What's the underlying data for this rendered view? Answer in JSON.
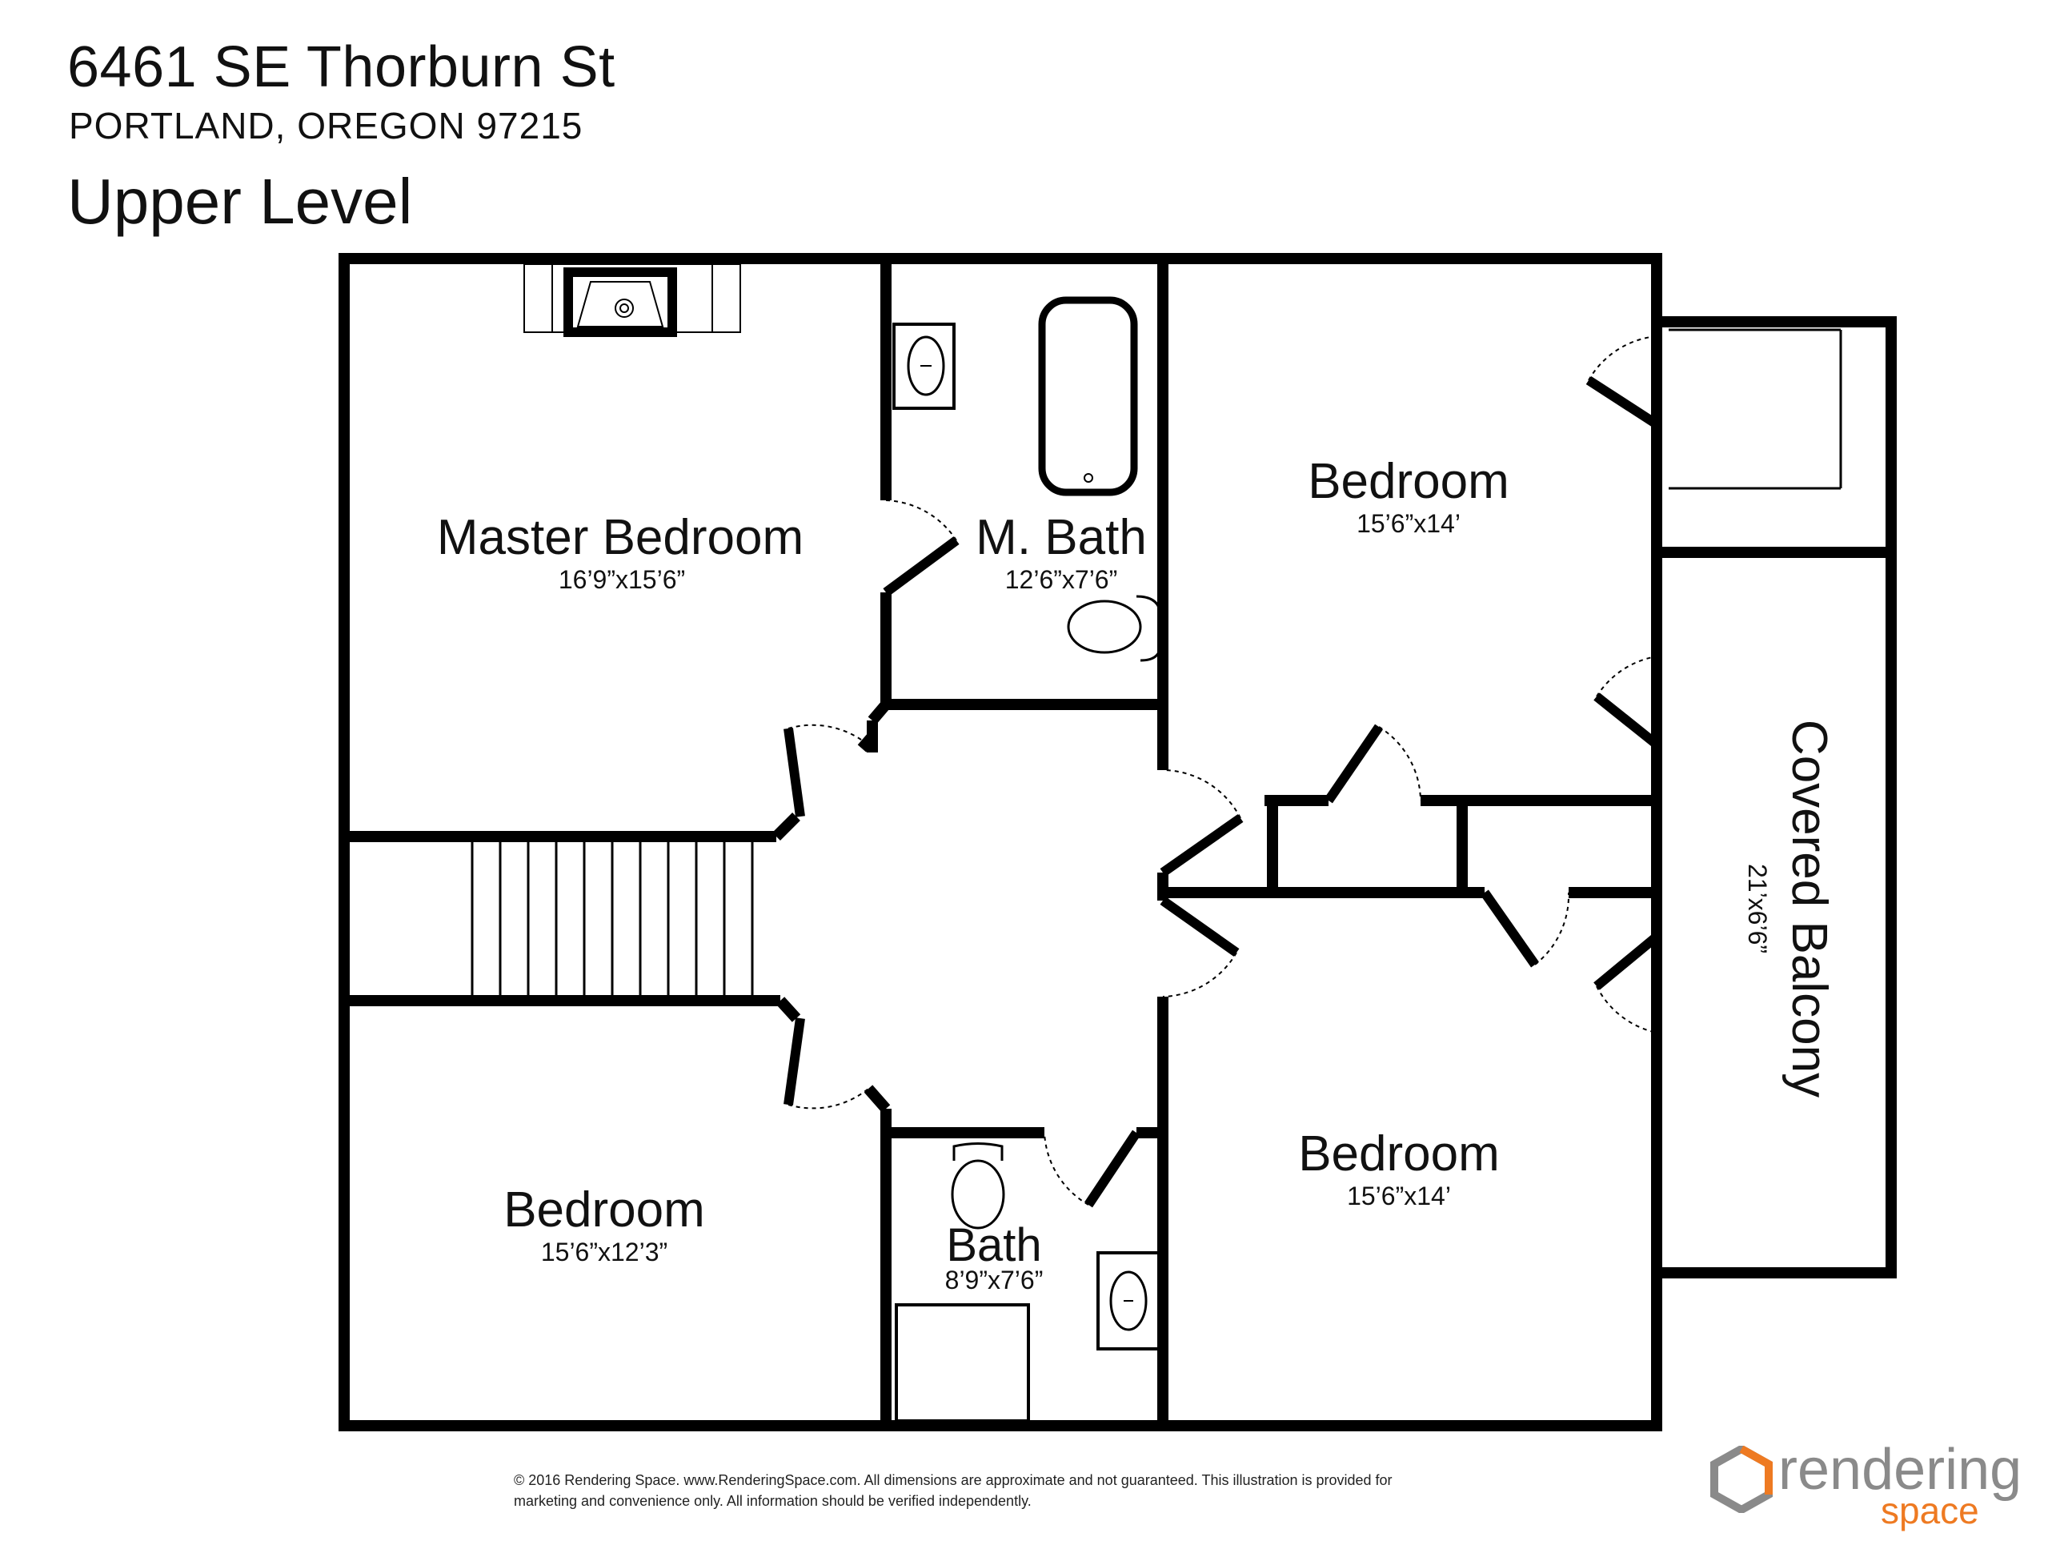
{
  "header": {
    "address": "6461 SE Thorburn St",
    "city_line": "PORTLAND, OREGON 97215",
    "level": "Upper Level"
  },
  "rooms": {
    "master_bedroom": {
      "name": "Master Bedroom",
      "dims": "16’9”x15’6”"
    },
    "master_bath": {
      "name": "M. Bath",
      "dims": "12’6”x7’6”"
    },
    "bedroom_ne": {
      "name": "Bedroom",
      "dims": "15’6”x14’"
    },
    "bedroom_sw": {
      "name": "Bedroom",
      "dims": "15’6”x12’3”"
    },
    "bath": {
      "name": "Bath",
      "dims": "8’9”x7’6”"
    },
    "bedroom_se": {
      "name": "Bedroom",
      "dims": "15’6”x14’"
    },
    "balcony": {
      "name": "Covered Balcony",
      "dims": "21’x6’6”"
    }
  },
  "footer": {
    "disclaimer_line1": "© 2016 Rendering Space. www.RenderingSpace.com. All dimensions are approximate and not guaranteed. This illustration is provided for",
    "disclaimer_line2": "marketing and convenience only. All information should be verified independently.",
    "logo_word": "rendering",
    "logo_sub": "space"
  },
  "colors": {
    "wall": "#000000",
    "logo_gray": "#8a8a8a",
    "logo_orange": "#ee7a22"
  }
}
